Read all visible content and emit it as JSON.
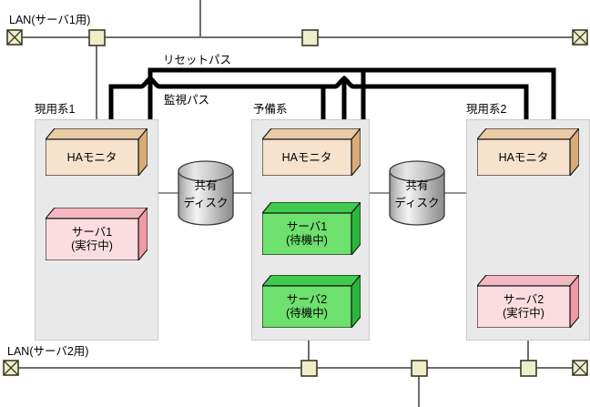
{
  "diagram": {
    "title": "HA monitor dual-system cluster configuration",
    "colors": {
      "host_fill": "#e9e9e9",
      "host_stroke": "#c9c9c9",
      "lan_line": "#6e6e6b",
      "lan_node_fill": "#eeeec8",
      "lan_node_stroke": "#3a3a2a",
      "path_line": "#000000",
      "thin_line": "#6e6e6b",
      "hamonitor_front": "#f7e3cd",
      "hamonitor_top": "#e9cba6",
      "hamonitor_side": "#d8ab79",
      "active_front": "#fbdde1",
      "active_top": "#f4b9c0",
      "active_side": "#ef9aa6",
      "standby_front": "#6ee06e",
      "standby_top": "#3ecb4e",
      "standby_side": "#2bb53d",
      "disk_light": "#f2f2f2",
      "disk_mid": "#b9b9b9",
      "disk_dark": "#8e8e8e"
    },
    "lan_top": {
      "label": "LAN(サーバ1用)",
      "terminator_left_icon": "lan-terminator-icon",
      "terminator_right_icon": "lan-terminator-icon",
      "nodes": 2
    },
    "lan_bottom": {
      "label": "LAN(サーバ2用)",
      "terminator_left_icon": "lan-terminator-icon",
      "terminator_right_icon": "lan-terminator-icon",
      "nodes": 3
    },
    "path_labels": {
      "reset": "リセットパス",
      "monitor": "監視パス"
    },
    "hosts": [
      {
        "id": "host-active-1",
        "label": "現用系1",
        "components": [
          {
            "id": "ha-monitor",
            "kind": "hamonitor",
            "lines": [
              "HAモニタ"
            ]
          },
          {
            "id": "server1",
            "kind": "active",
            "lines": [
              "サーバ1",
              "(実行中)"
            ]
          }
        ]
      },
      {
        "id": "host-standby",
        "label": "予備系",
        "components": [
          {
            "id": "ha-monitor",
            "kind": "hamonitor",
            "lines": [
              "HAモニタ"
            ]
          },
          {
            "id": "server1",
            "kind": "standby",
            "lines": [
              "サーバ1",
              "(待機中)"
            ]
          },
          {
            "id": "server2",
            "kind": "standby",
            "lines": [
              "サーバ2",
              "(待機中)"
            ]
          }
        ]
      },
      {
        "id": "host-active-2",
        "label": "現用系2",
        "components": [
          {
            "id": "ha-monitor",
            "kind": "hamonitor",
            "lines": [
              "HAモニタ"
            ]
          },
          {
            "id": "server2",
            "kind": "active",
            "lines": [
              "サーバ2",
              "(実行中)"
            ]
          }
        ]
      }
    ],
    "disks": [
      {
        "id": "shared-disk-left",
        "lines": [
          "共有",
          "ディスク"
        ]
      },
      {
        "id": "shared-disk-right",
        "lines": [
          "共有",
          "ディスク"
        ]
      }
    ]
  }
}
